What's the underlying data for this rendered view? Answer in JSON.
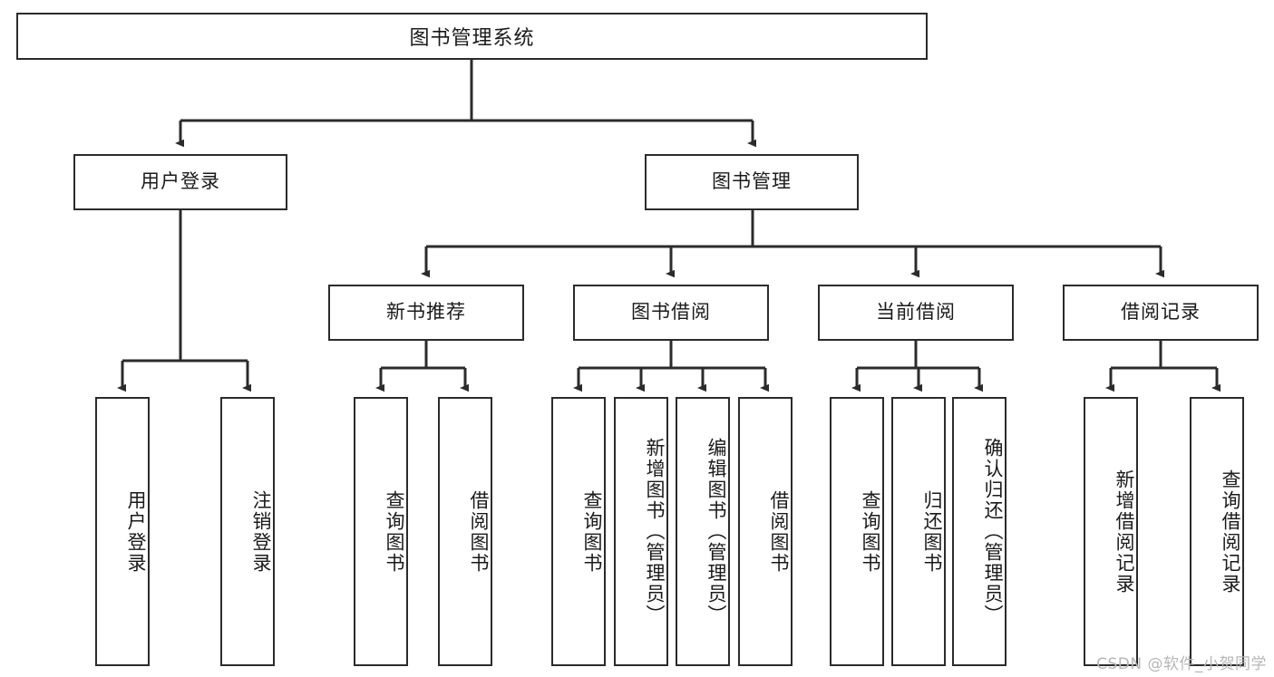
{
  "diagram": {
    "type": "tree-hierarchy-chart",
    "title": "图书管理系统",
    "stroke_color": "#2b2b2b",
    "background_color": "#ffffff",
    "text_color": "#1a1a1a",
    "root": {
      "label": "图书管理系统"
    },
    "level2": [
      {
        "label": "用户登录"
      },
      {
        "label": "图书管理"
      }
    ],
    "level3": [
      {
        "label": "新书推荐"
      },
      {
        "label": "图书借阅"
      },
      {
        "label": "当前借阅"
      },
      {
        "label": "借阅记录"
      }
    ],
    "leaves": {
      "user_login": [
        {
          "label": "用户登录"
        },
        {
          "label": "注销登录"
        }
      ],
      "new_book_recommend": [
        {
          "label": "查询图书"
        },
        {
          "label": "借阅图书"
        }
      ],
      "book_borrow": [
        {
          "label": "查询图书"
        },
        {
          "label": "新增图书（管理员）"
        },
        {
          "label": "编辑图书（管理员）"
        },
        {
          "label": "借阅图书"
        }
      ],
      "current_borrow": [
        {
          "label": "查询图书"
        },
        {
          "label": "归还图书"
        },
        {
          "label": "确认归还（管理员）"
        }
      ],
      "borrow_record": [
        {
          "label": "新增借阅记录"
        },
        {
          "label": "查询借阅记录"
        }
      ]
    }
  },
  "watermark": {
    "text": "CSDN @软件_小贺同学"
  }
}
